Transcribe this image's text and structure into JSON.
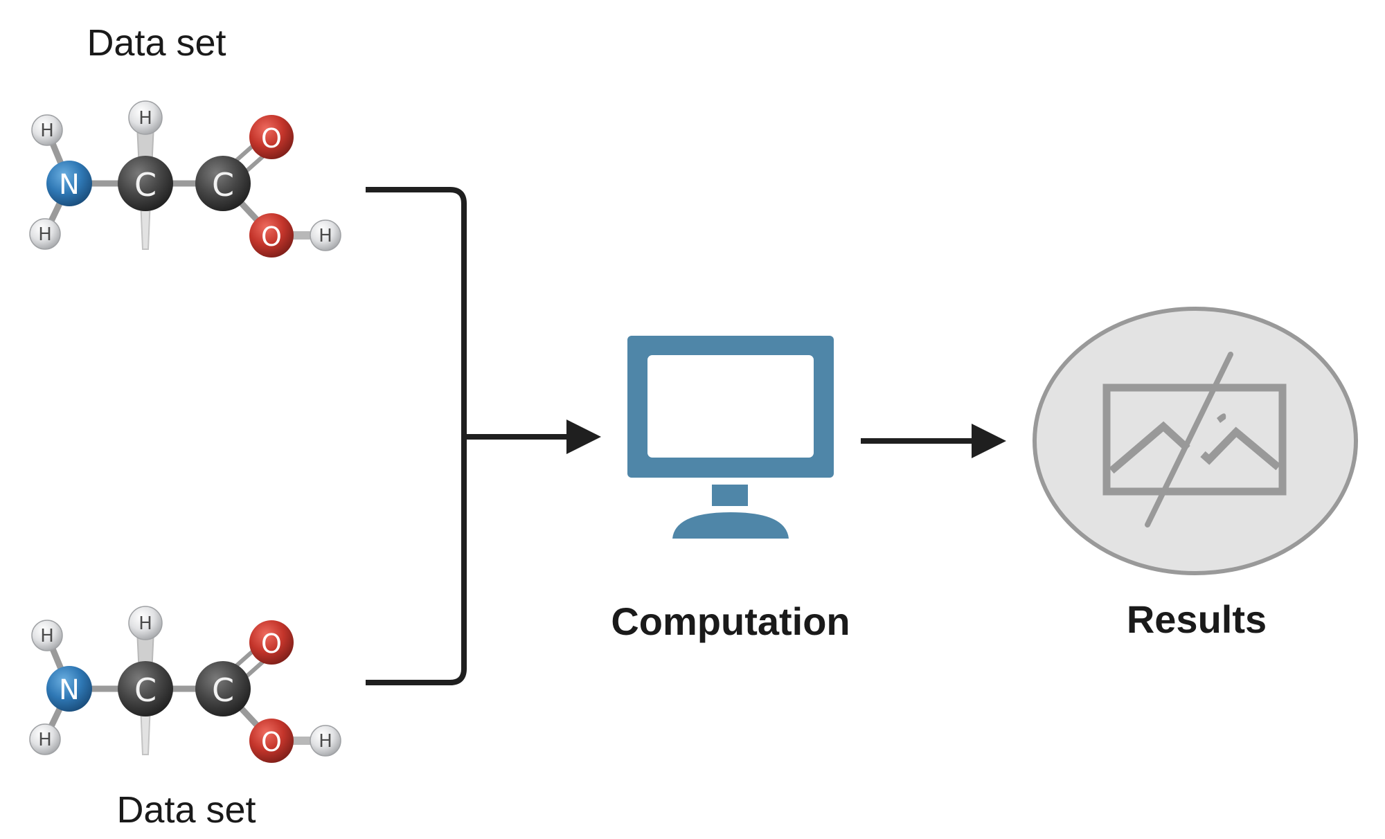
{
  "labels": {
    "dataset_top": "Data set",
    "dataset_bottom": "Data set",
    "computation": "Computation",
    "results": "Results"
  },
  "atoms": {
    "hydrogen": "H",
    "nitrogen": "N",
    "carbon": "C",
    "oxygen": "O"
  },
  "colors": {
    "hydrogen": "#e1e2e4",
    "nitrogen": "#2f78b5",
    "carbon": "#464646",
    "oxygen": "#c4352b",
    "computer": "#4f86a8",
    "results_fill": "#e3e3e3",
    "results_stroke": "#999999",
    "arrow": "#1f1f1f"
  },
  "icons": {
    "molecule_top": "glycine-molecule-icon",
    "molecule_bottom": "glycine-molecule-icon",
    "computer": "computer-monitor-icon",
    "results": "no-image-icon"
  }
}
